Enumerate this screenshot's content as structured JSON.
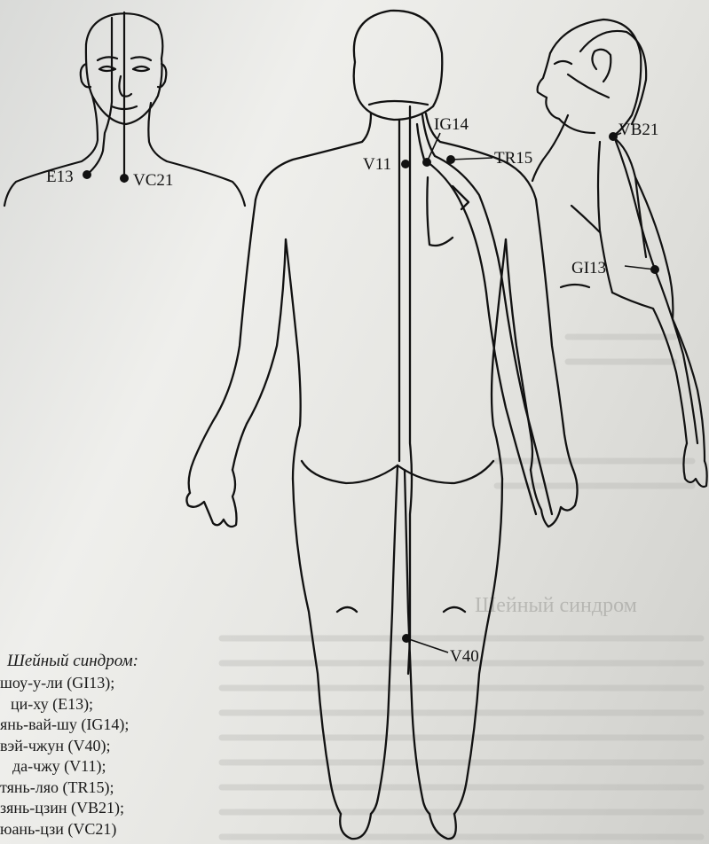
{
  "labels": {
    "e13": "E13",
    "vc21": "VC21",
    "v11": "V11",
    "ig14": "IG14",
    "tr15": "TR15",
    "vb21": "VB21",
    "gi13": "GI13",
    "v40": "V40"
  },
  "legend": {
    "title": "Шейный синдром:",
    "items": [
      "шоу-у-ли (GI13);",
      "ци-ху (E13);",
      "янь-вай-шу (IG14);",
      "вэй-чжун (V40);",
      "да-чжу (V11);",
      "тянь-ляо (TR15);",
      "зянь-цзин (VB21);",
      "юань-цзи (VC21)"
    ]
  },
  "bleed_through": {
    "heading": "Шейный синдром"
  }
}
